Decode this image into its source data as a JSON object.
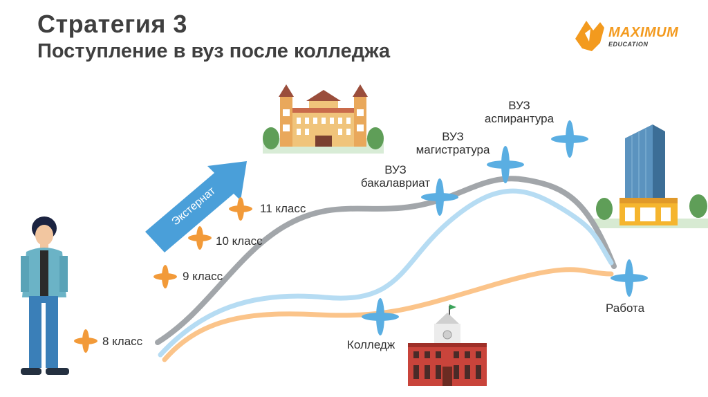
{
  "header": {
    "title": "Стратегия 3",
    "subtitle": "Поступление в вуз после колледжа"
  },
  "logo": {
    "name": "MAXIMUM",
    "tagline": "EDUCATION",
    "accent_color": "#f39a1e"
  },
  "arrow_label": "Экстернат",
  "grades": [
    "8 класс",
    "9 класс",
    "10 класс",
    "11 класс"
  ],
  "milestones": {
    "bachelor": [
      "ВУЗ",
      "бакалавриат"
    ],
    "master": [
      "ВУЗ",
      "магистратура"
    ],
    "phd": [
      "ВУЗ",
      "аспирантура"
    ],
    "college": "Колледж",
    "work": "Работа"
  },
  "colors": {
    "grey_path": "#a2a6aa",
    "blue_path": "#b6dcf3",
    "orange_path": "#fbc48a",
    "orange_marker": "#f29a39",
    "blue_marker": "#5aaee2",
    "arrow": "#4a9fd9"
  }
}
